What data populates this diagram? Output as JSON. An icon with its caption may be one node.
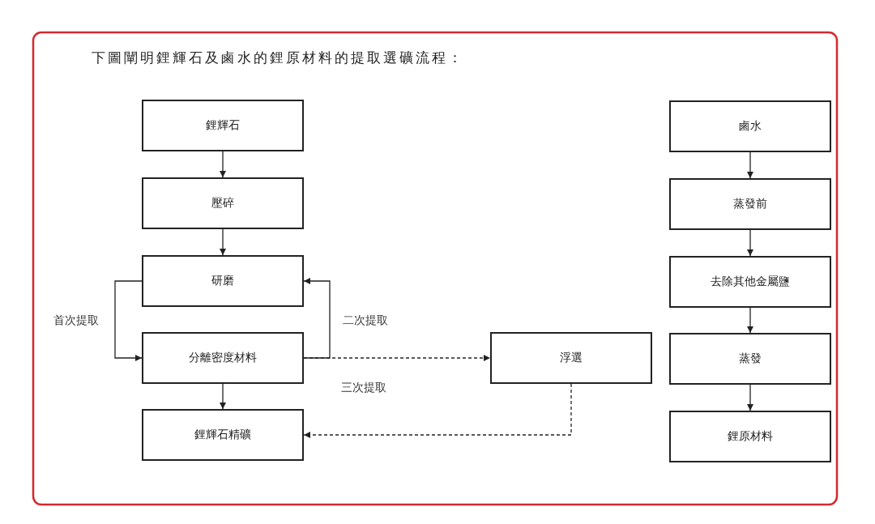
{
  "diagram": {
    "title": "下圖闡明鋰輝石及鹵水的鋰原材料的提取選礦流程：",
    "nodes": [
      {
        "text": [
          "鋰輝石"
        ]
      },
      {
        "text": [
          "壓碎"
        ]
      },
      {
        "text": [
          "研磨"
        ]
      },
      {
        "text": [
          "分離密度材料"
        ]
      },
      {
        "text": [
          "鋰輝石精礦"
        ]
      },
      {
        "text": [
          "浮選"
        ]
      },
      {
        "text": [
          "鹵水"
        ]
      },
      {
        "text": [
          "蒸發前"
        ]
      },
      {
        "text": [
          "去除其他金屬鹽"
        ]
      },
      {
        "text": [
          "蒸發"
        ]
      },
      {
        "text": [
          "鋰原材料"
        ]
      }
    ],
    "edges": [
      {
        "from": 0,
        "to": 1,
        "arrow": "to"
      },
      {
        "from": 1,
        "to": 2,
        "arrow": "to"
      },
      {
        "from": 2,
        "to": 3,
        "arrow": "to",
        "label": "首次提取"
      },
      {
        "from": 3,
        "to": 2,
        "arrow": "to",
        "label": "二次提取"
      },
      {
        "from": 3,
        "to": 4,
        "arrow": "to"
      },
      {
        "from": 3,
        "to": 5,
        "arrow": "to",
        "label": "三次提取",
        "style": "dashed"
      },
      {
        "from": 5,
        "to": 4,
        "arrow": "to",
        "style": "dashed"
      },
      {
        "from": 6,
        "to": 7,
        "arrow": "to"
      },
      {
        "from": 7,
        "to": 8,
        "arrow": "to"
      },
      {
        "from": 8,
        "to": 9,
        "arrow": "to"
      },
      {
        "from": 9,
        "to": 10,
        "arrow": "to"
      }
    ]
  }
}
